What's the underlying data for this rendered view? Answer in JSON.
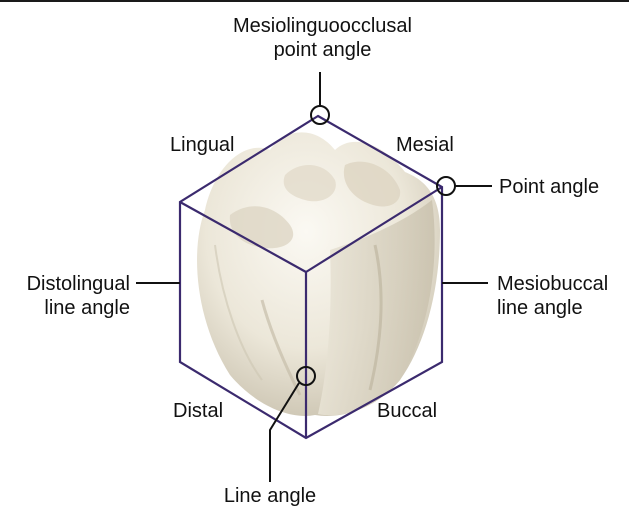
{
  "labels": {
    "mesiolinguoocclusal_line1": "Mesiolinguoocclusal",
    "mesiolinguoocclusal_line2": "point angle",
    "lingual": "Lingual",
    "mesial": "Mesial",
    "point_angle": "Point angle",
    "distolingual_line1": "Distolingual",
    "distolingual_line2": "line angle",
    "mesiobuccal_line1": "Mesiobuccal",
    "mesiobuccal_line2": "line angle",
    "distal": "Distal",
    "buccal": "Buccal",
    "line_angle": "Line angle"
  },
  "colors": {
    "outline": "#3b2a6e",
    "leader": "#111111",
    "tooth_light": "#f1ede2",
    "tooth_shadow": "#b9b2a0"
  }
}
